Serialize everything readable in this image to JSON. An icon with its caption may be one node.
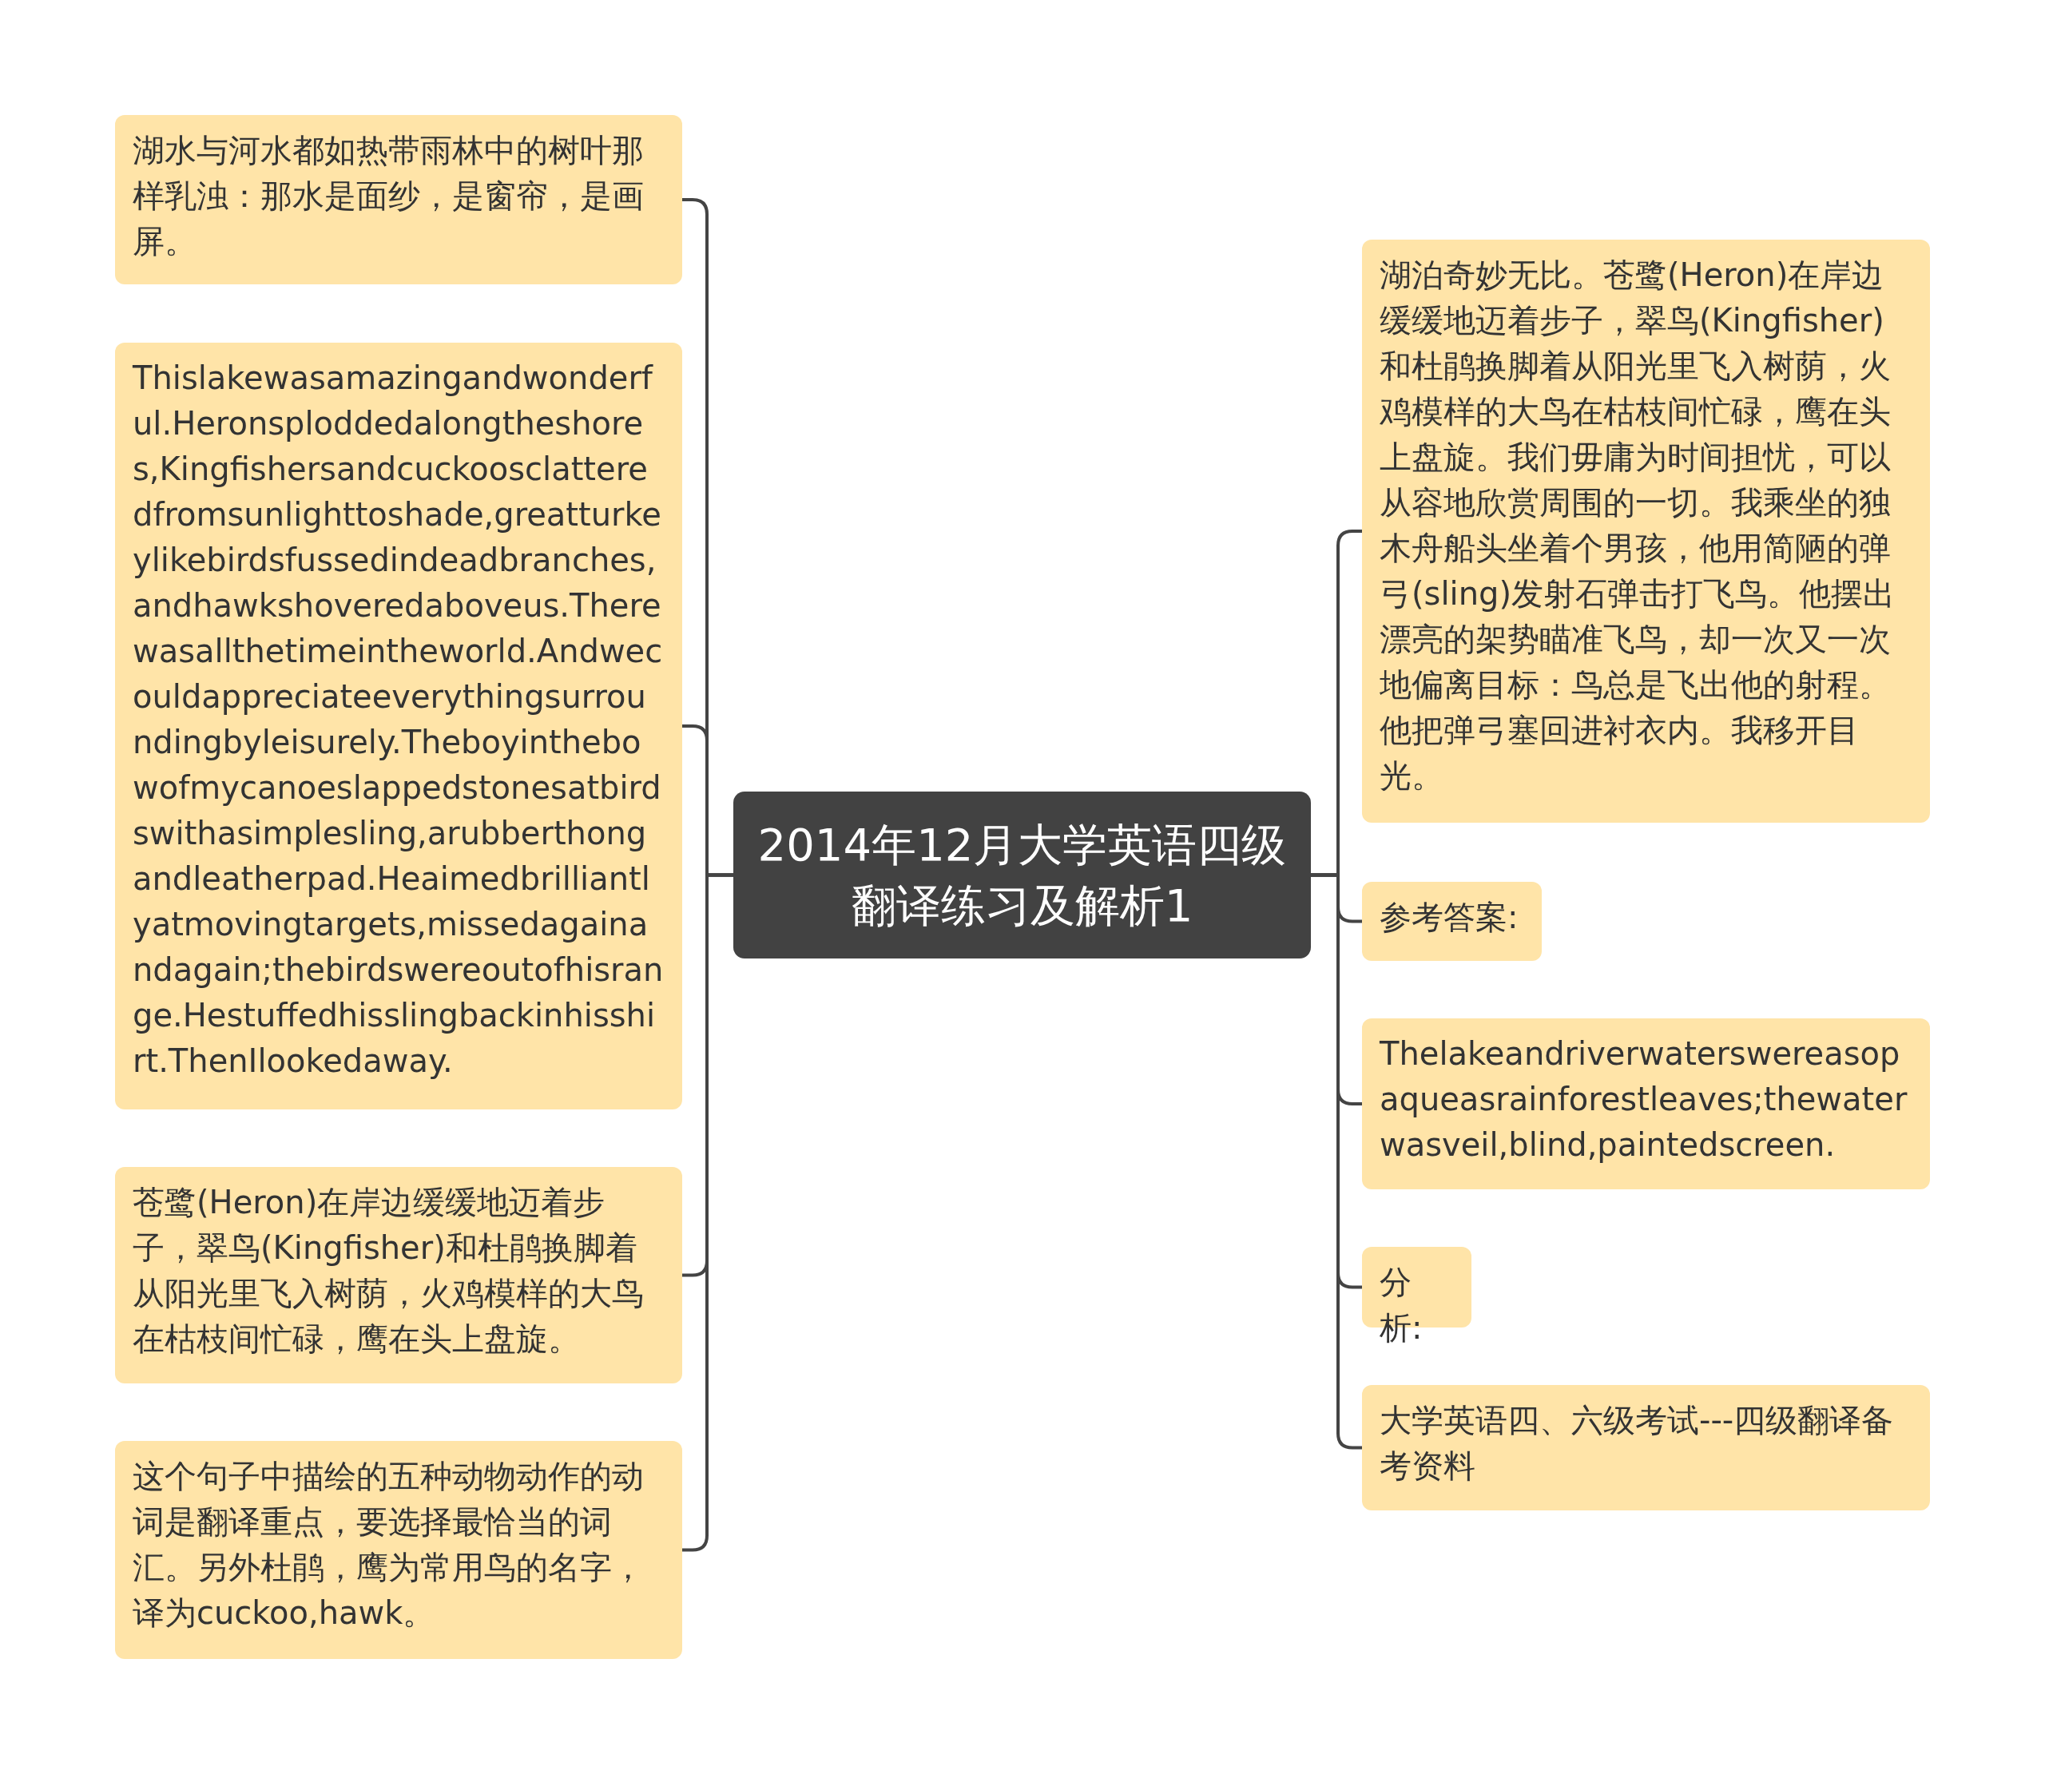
{
  "diagram": {
    "nodes": [
      {
        "text": [
          "2014年12月大学英语四级翻译练习及解析1"
        ]
      },
      {
        "text": [
          "湖水与河水都如热带雨林中的树叶那样乳浊：那水是面纱，是窗帘，是画屏。"
        ]
      },
      {
        "text": [
          "Thislakewasamazingandwonderful.Heronsploddedalongtheshores,Kingfishersandcuckoosclatteredfromsunlighttoshade,greatturkeylikebirdsfussedindeadbranches,andhawkshoveredaboveus.Therewasallthetimeintheworld.Andwecouldappreciateeverythingsurroundingbyleisurely.Theboyinthebowofmycanoeslappedstonesatbirdswithasimplesling,arubberthongandleatherpad.Heaimedbrilliantlyatmovingtargets,missedagainandagain;thebirdswereoutofhisrange.Hestuffedhisslingbackinhisshirt.ThenIlookedaway."
        ]
      },
      {
        "text": [
          "苍鹭(Heron)在岸边缓缓地迈着步子，翠鸟(Kingfisher)和杜鹃换脚着从阳光里飞入树荫，火鸡模样的大鸟在枯枝间忙碌，鹰在头上盘旋。"
        ]
      },
      {
        "text": [
          "这个句子中描绘的五种动物动作的动词是翻译重点，要选择最恰当的词汇。另外杜鹃，鹰为常用鸟的名字，译为cuckoo,hawk。"
        ]
      },
      {
        "text": [
          "湖泊奇妙无比。苍鹭(Heron)在岸边缓缓地迈着步子，翠鸟(Kingfisher)和杜鹃换脚着从阳光里飞入树荫，火鸡模样的大鸟在枯枝间忙碌，鹰在头上盘旋。我们毋庸为时间担忧，可以从容地欣赏周围的一切。我乘坐的独木舟船头坐着个男孩，他用简陋的弹弓(sling)发射石弹击打飞鸟。他摆出漂亮的架势瞄准飞鸟，却一次又一次地偏离目标：鸟总是飞出他的射程。他把弹弓塞回进衬衣内。我移开目光。"
        ]
      },
      {
        "text": [
          "参考答案:"
        ]
      },
      {
        "text": [
          "Thelakeandriverwaterswereasopaqueasrainforestleaves;thewaterwasveil,blind,paintedscreen."
        ]
      },
      {
        "text": [
          "分析:"
        ]
      },
      {
        "text": [
          "大学英语四、六级考试---四级翻译备考资料"
        ]
      }
    ],
    "edges": [
      {
        "from": 0,
        "to": 1,
        "arrow": "none"
      },
      {
        "from": 0,
        "to": 2,
        "arrow": "none"
      },
      {
        "from": 0,
        "to": 3,
        "arrow": "none"
      },
      {
        "from": 0,
        "to": 4,
        "arrow": "none"
      },
      {
        "from": 0,
        "to": 5,
        "arrow": "none"
      },
      {
        "from": 0,
        "to": 6,
        "arrow": "none"
      },
      {
        "from": 0,
        "to": 7,
        "arrow": "none"
      },
      {
        "from": 0,
        "to": 8,
        "arrow": "none"
      },
      {
        "from": 0,
        "to": 9,
        "arrow": "none"
      }
    ]
  }
}
